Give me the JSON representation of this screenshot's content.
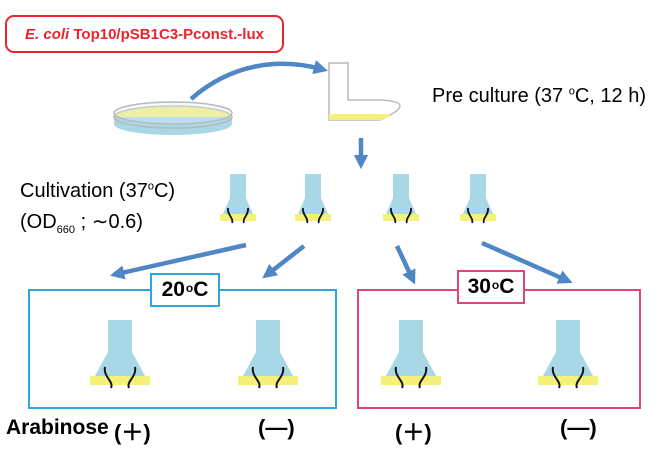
{
  "strain": {
    "species": "E. coli",
    "construct": "Top10/pSB1C3-Pconst.-lux"
  },
  "preculture": {
    "label": "Pre culture (37",
    "unit_sup": "o",
    "label_end": "C, 12 h)"
  },
  "cultivation": {
    "line1_start": "Cultivation (37",
    "line1_sup": "o",
    "line1_end": "C)",
    "line2_start": "(OD",
    "line2_sub": "660",
    "line2_end": " ; ∼0.6)"
  },
  "groups": [
    {
      "temp": "20",
      "temp_sup": "o",
      "temp_unit": "C",
      "color": "#2ba7dc"
    },
    {
      "temp": "30",
      "temp_sup": "o",
      "temp_unit": "C",
      "color": "#e0457b"
    }
  ],
  "conditions": {
    "row_label": "Arabinose",
    "values": [
      "(＋)",
      "(—)",
      "(＋)",
      "(—)"
    ]
  },
  "colors": {
    "arrow": "#4f86c6",
    "flask": "#a8d8e6",
    "medium": "#f5f07a",
    "strain_border": "#e8242c"
  }
}
